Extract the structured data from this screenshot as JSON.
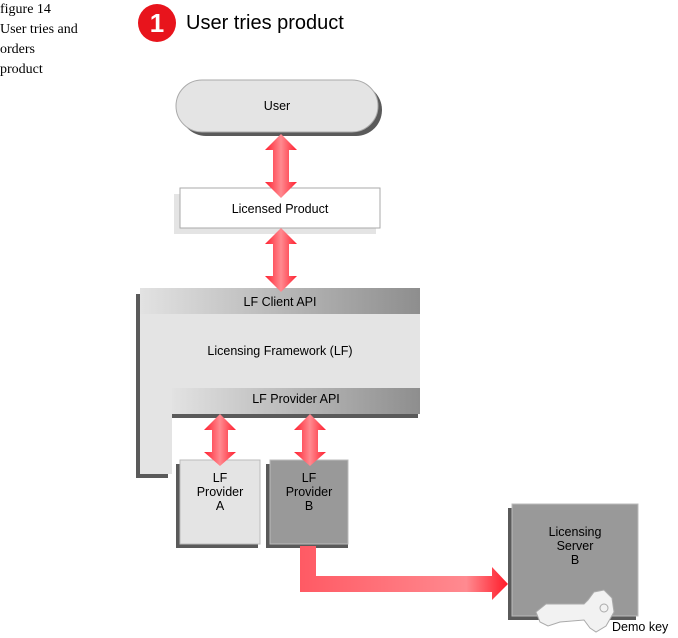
{
  "caption": {
    "lines": [
      "figure 14",
      "User tries and",
      "orders",
      "product"
    ]
  },
  "header": {
    "step_number": "1",
    "title": "User tries product",
    "badge_color": "#e8141c"
  },
  "nodes": {
    "user": "User",
    "licensed_product": "Licensed Product",
    "lf_client_api": "LF Client API",
    "licensing_framework": "Licensing Framework (LF)",
    "lf_provider_api": "LF Provider API",
    "provider_a": [
      "LF",
      "Provider",
      "A"
    ],
    "provider_b": [
      "LF",
      "Provider",
      "B"
    ],
    "licensing_server": [
      "Licensing",
      "Server",
      "B"
    ],
    "demo_key": "Demo key"
  },
  "colors": {
    "arrow": "#ff3b44",
    "light_box": "#e4e4e4",
    "dark_box": "#999999",
    "shadow": "#5a5a5a"
  }
}
